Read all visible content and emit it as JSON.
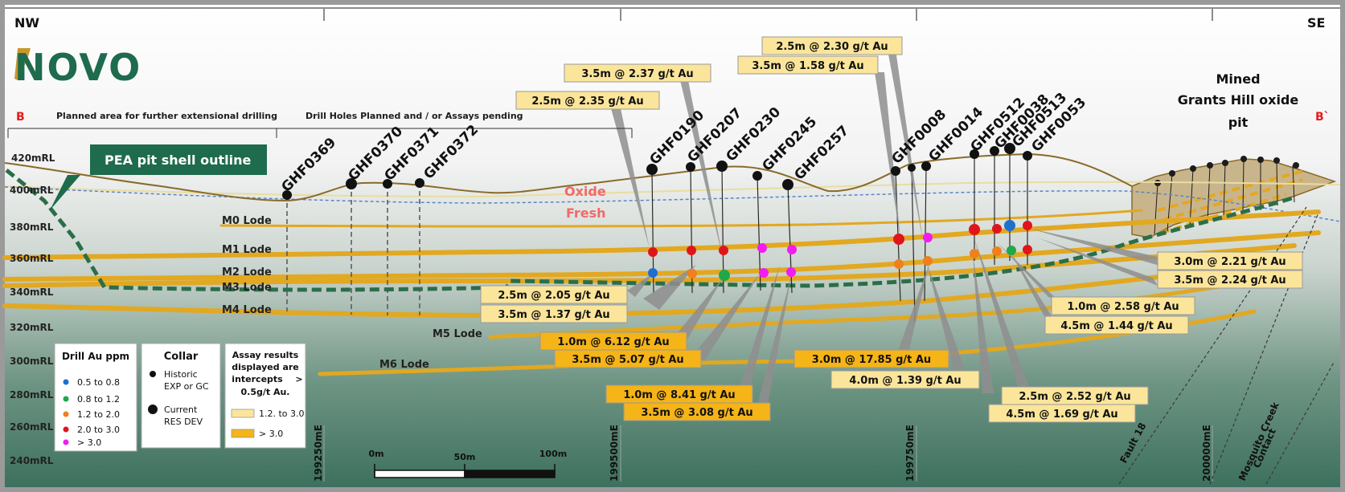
{
  "header": {
    "left_direction": "NW",
    "right_direction": "SE",
    "logo_text": "NOVO",
    "section_start": "B",
    "section_end": "B`"
  },
  "annotations": {
    "planned_area": "Planned area for further extensional drilling",
    "drill_pending": "Drill Holes Planned and / or Assays pending",
    "pea_callout": "PEA pit shell outline",
    "oxide": "Oxide",
    "fresh": "Fresh",
    "mined_line1": "Mined",
    "mined_line2": "Grants Hill oxide",
    "mined_line3": "pit",
    "fault": "Fault 18",
    "mosquito_line1": "Mosquito Creek",
    "mosquito_line2": "Contact"
  },
  "rl_levels": [
    "420mRL",
    "400mRL",
    "380mRL",
    "360mRL",
    "340mRL",
    "320mRL",
    "300mRL",
    "280mRL",
    "260mRL",
    "240mRL"
  ],
  "eastings": [
    "199250mE",
    "199500mE",
    "199750mE",
    "200000mE"
  ],
  "lodes": [
    "M0 Lode",
    "M1 Lode",
    "M2 Lode",
    "M3 Lode",
    "M4 Lode",
    "M5 Lode",
    "M6 Lode"
  ],
  "holes": [
    "GHF0369",
    "GHF0370",
    "GHF0371",
    "GHF0372",
    "GHF0190",
    "GHF0207",
    "GHF0230",
    "GHF0245",
    "GHF0257",
    "GHF0008",
    "GHF0014",
    "GHF0512",
    "GHF0038",
    "GHF0513",
    "GHF0053"
  ],
  "intercepts": [
    {
      "text": "2.5m @ 2.30 g/t Au",
      "grade_class": "1.2. to 3.0"
    },
    {
      "text": "3.5m @ 1.58 g/t Au",
      "grade_class": "1.2. to 3.0"
    },
    {
      "text": "3.5m @ 2.37 g/t Au",
      "grade_class": "1.2. to 3.0"
    },
    {
      "text": "2.5m @ 2.35 g/t Au",
      "grade_class": "1.2. to 3.0"
    },
    {
      "text": "2.5m @ 2.05 g/t Au",
      "grade_class": "1.2. to 3.0"
    },
    {
      "text": "3.5m @ 1.37 g/t Au",
      "grade_class": "1.2. to 3.0"
    },
    {
      "text": "1.0m @ 6.12 g/t Au",
      "grade_class": "> 3.0"
    },
    {
      "text": "3.5m @ 5.07 g/t Au",
      "grade_class": "> 3.0"
    },
    {
      "text": "1.0m @ 8.41 g/t Au",
      "grade_class": "> 3.0"
    },
    {
      "text": "3.5m @ 3.08 g/t Au",
      "grade_class": "> 3.0"
    },
    {
      "text": "3.0m @ 17.85 g/t Au",
      "grade_class": "> 3.0"
    },
    {
      "text": "4.0m @ 1.39 g/t Au",
      "grade_class": "1.2. to 3.0"
    },
    {
      "text": "2.5m @ 2.52 g/t Au",
      "grade_class": "1.2. to 3.0"
    },
    {
      "text": "4.5m @ 1.69 g/t Au",
      "grade_class": "1.2. to 3.0"
    },
    {
      "text": "1.0m @ 2.58 g/t Au",
      "grade_class": "1.2. to 3.0"
    },
    {
      "text": "4.5m @ 1.44 g/t Au",
      "grade_class": "1.2. to 3.0"
    },
    {
      "text": "3.0m @ 2.21 g/t Au",
      "grade_class": "1.2. to 3.0"
    },
    {
      "text": "3.5m @ 2.24 g/t Au",
      "grade_class": "1.2. to 3.0"
    }
  ],
  "legend_au": {
    "title": "Drill Au ppm",
    "items": [
      {
        "label": "0.5 to 0.8",
        "color": "#1f6fd1"
      },
      {
        "label": "0.8 to 1.2",
        "color": "#1fa84a"
      },
      {
        "label": "1.2 to 2.0",
        "color": "#f07f1c"
      },
      {
        "label": "2.0 to 3.0",
        "color": "#e0151b"
      },
      {
        "label": "> 3.0",
        "color": "#f21cf2"
      }
    ]
  },
  "legend_collar": {
    "title": "Collar",
    "historic_line1": "Historic",
    "historic_line2": "EXP or GC",
    "current_line1": "Current",
    "current_line2": "RES DEV"
  },
  "legend_assay": {
    "line1": "Assay results",
    "line2": "displayed are",
    "line3": "intercepts",
    "line4": ">",
    "line5": "0.5g/t Au.",
    "item1": "1.2. to 3.0",
    "item2": "> 3.0",
    "color1": "#fbe59a",
    "color2": "#f5b417"
  },
  "scale": {
    "zero": "0m",
    "mid": "50m",
    "end": "100m"
  },
  "colors": {
    "lode": "#e2a820",
    "pea_shell": "#2b6e49",
    "topo": "#8a6a2a",
    "oxide_label": "#f06a6a",
    "logo": "#1e6b4e",
    "marker_red": "#e8232a"
  }
}
